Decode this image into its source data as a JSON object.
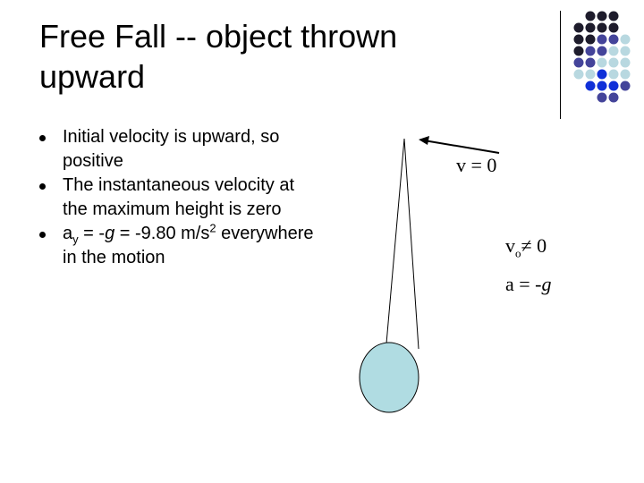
{
  "slide": {
    "title_line1": "Free Fall -- object thrown",
    "title_line2": "upward"
  },
  "bullets": {
    "b1": "Initial velocity is upward, so positive",
    "b2": "The instantaneous velocity at the maximum height is zero",
    "b3_pre": "a",
    "b3_sub": "y",
    "b3_mid": " = -",
    "b3_g": "g",
    "b3_val": " = -9.80 m/s",
    "b3_sup": "2",
    "b3_post": " everywhere in the motion"
  },
  "diagram": {
    "label_top": "v = 0",
    "label_v": "v",
    "label_v_sub": "o",
    "label_v_rest": "≠ 0",
    "label_a_pre": "a = -",
    "label_a_g": "g"
  },
  "colors": {
    "ball": "#b0dce2",
    "dot_dark": "#1e1c2c",
    "dot_purple": "#44449a",
    "dot_light": "#b8d8e0",
    "dot_blue": "#1030d8"
  }
}
